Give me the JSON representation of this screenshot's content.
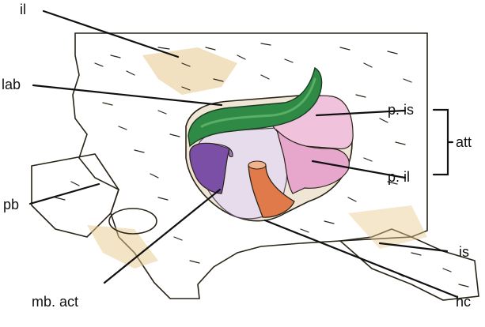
{
  "labels": {
    "il": "il",
    "lab": "lab",
    "pb": "pb",
    "p_is": "p. is",
    "p_il": "p. il",
    "att": "att",
    "is": "is",
    "mb_act": "mb. act",
    "hc": "hc"
  },
  "colors": {
    "bone": "#f2e7c9",
    "bone_shadow": "#e8c98c",
    "labrum": "#2f8a45",
    "labrum_light": "#5fb36a",
    "pubic_portion": "#e7a6cc",
    "ischial_portion": "#f0c2dc",
    "membrane": "#e6dcec",
    "capsule_fold": "#7b4fa6",
    "ligament": "#e07a4a"
  }
}
